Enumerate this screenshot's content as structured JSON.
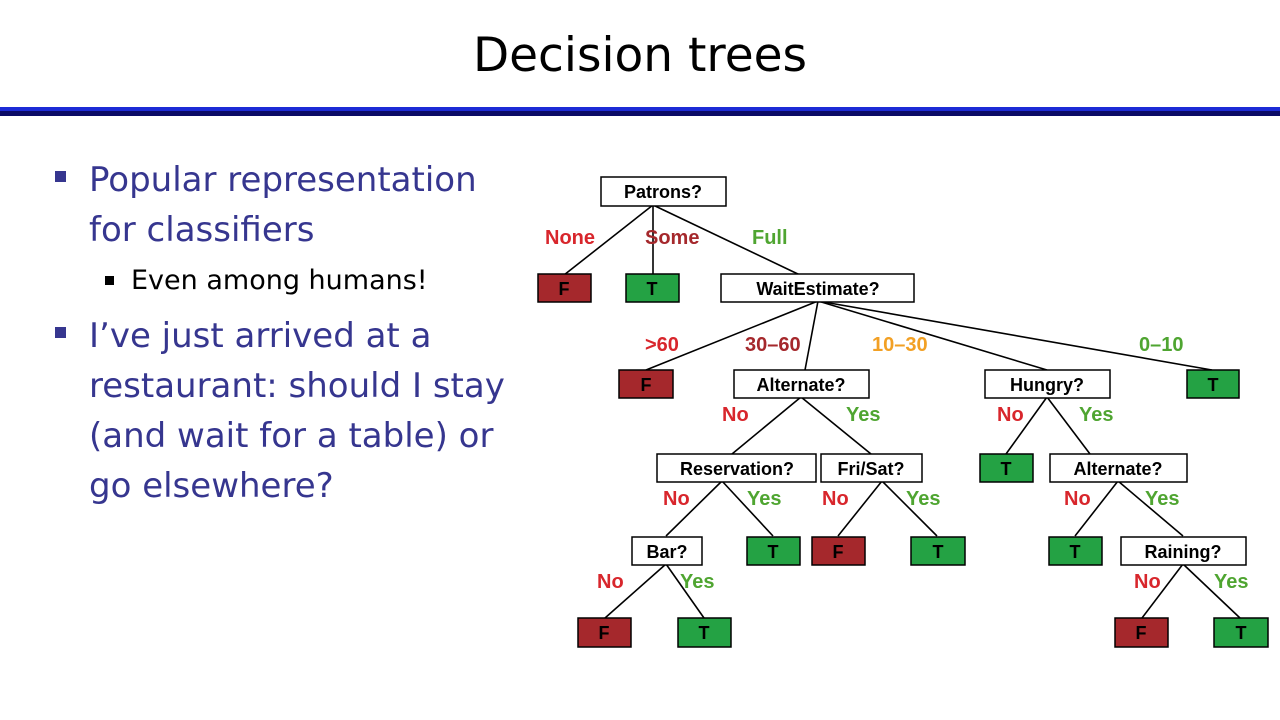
{
  "slide": {
    "title": "Decision trees",
    "bullets": [
      {
        "text": "Popular representation for classifiers",
        "sub": [
          "Even among humans!"
        ]
      },
      {
        "text": "I’ve just arrived at a restaurant: should I stay (and wait for a table) or go elsewhere?",
        "sub": []
      }
    ]
  },
  "tree": {
    "colors": {
      "no": "#d8262c",
      "yes": "#4fa531",
      "none": "#d8262c",
      "some": "#a5282c",
      "full": "#4fa531",
      "gt60": "#d8262c",
      "m30_60": "#a5282c",
      "m10_30": "#f2a024",
      "m0_10": "#4fa531",
      "leaf_f": "#a5282c",
      "leaf_t": "#24a244"
    },
    "nodes": {
      "patrons": "Patrons?",
      "waitestimate": "WaitEstimate?",
      "alternate1": "Alternate?",
      "hungry": "Hungry?",
      "reservation": "Reservation?",
      "frisat": "Fri/Sat?",
      "alternate2": "Alternate?",
      "bar": "Bar?",
      "raining": "Raining?"
    },
    "leaves": {
      "none": "F",
      "some": "T",
      "gt60": "F",
      "m0_10": "T",
      "hungry_no": "T",
      "frisat_no": "F",
      "frisat_yes": "T",
      "reservation_yes": "T",
      "alt2_no": "T",
      "bar_no": "F",
      "bar_yes": "T",
      "raining_no": "F",
      "raining_yes": "T"
    },
    "edges": {
      "patrons": [
        "None",
        "Some",
        "Full"
      ],
      "waitestimate": [
        ">60",
        "30–60",
        "10–30",
        "0–10"
      ],
      "alternate1": [
        "No",
        "Yes"
      ],
      "hungry": [
        "No",
        "Yes"
      ],
      "reservation": [
        "No",
        "Yes"
      ],
      "frisat": [
        "No",
        "Yes"
      ],
      "alternate2": [
        "No",
        "Yes"
      ],
      "bar": [
        "No",
        "Yes"
      ],
      "raining": [
        "No",
        "Yes"
      ]
    }
  }
}
